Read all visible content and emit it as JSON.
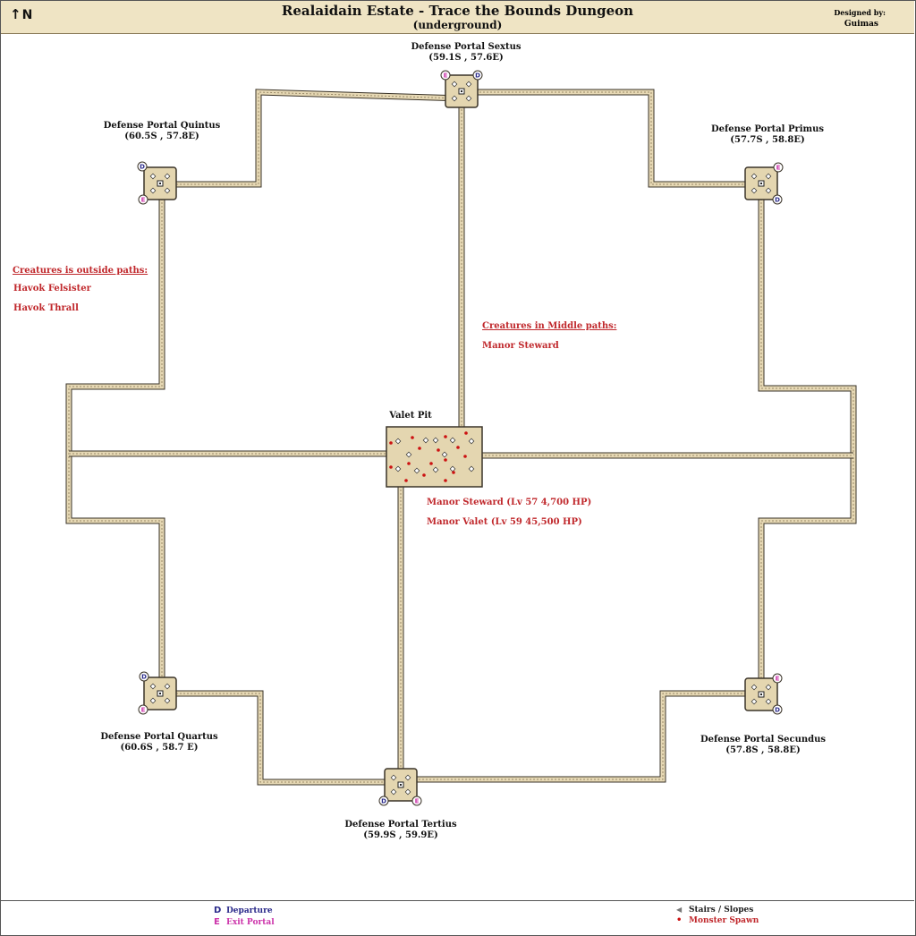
{
  "header": {
    "north_label": "N",
    "title": "Realaidain Estate - Trace the Bounds Dungeon",
    "subtitle": "(underground)",
    "designed_by_label": "Designed by:",
    "designer": "Guimas"
  },
  "portals": {
    "sextus": {
      "name": "Defense Portal Sextus",
      "coords": "(59.1S , 57.6E)"
    },
    "quintus": {
      "name": "Defense Portal Quintus",
      "coords": "(60.5S , 57.8E)"
    },
    "primus": {
      "name": "Defense Portal Primus",
      "coords": "(57.7S , 58.8E)"
    },
    "quartus": {
      "name": "Defense Portal Quartus",
      "coords": "(60.6S , 58.7 E)"
    },
    "secundus": {
      "name": "Defense Portal Secundus",
      "coords": "(57.8S , 58.8E)"
    },
    "tertius": {
      "name": "Defense  Portal  Tertius",
      "coords": "(59.9S , 59.9E)"
    }
  },
  "center": {
    "name": "Valet Pit"
  },
  "notes": {
    "outside_title": "Creatures is outside paths:",
    "outside_creatures": [
      "Havok Felsister",
      "Havok Thrall"
    ],
    "middle_title": "Creatures in Middle paths:",
    "middle_creatures": [
      "Manor Steward"
    ],
    "boss_lines": [
      "Manor Steward  (Lv 57    4,700 HP)",
      "Manor Valet  (Lv 59  45,500 HP)"
    ]
  },
  "marker_letters": {
    "departure": "D",
    "exit": "E"
  },
  "legend": {
    "departure_symbol": "D",
    "departure": "Departure",
    "exit_symbol": "E",
    "exit": "Exit Portal",
    "stairs_symbol": "◀",
    "stairs": "Stairs / Slopes",
    "spawn_symbol": "•",
    "spawn": "Monster Spawn"
  },
  "colors": {
    "corridor_fill": "#e6d8b4",
    "corridor_edge": "#3a3328",
    "room_fill": "#e4d6b0",
    "departure": "#2a2a8a",
    "exit": "#cc33aa",
    "spawn": "#cc1111",
    "creature_text": "#c0282c"
  }
}
